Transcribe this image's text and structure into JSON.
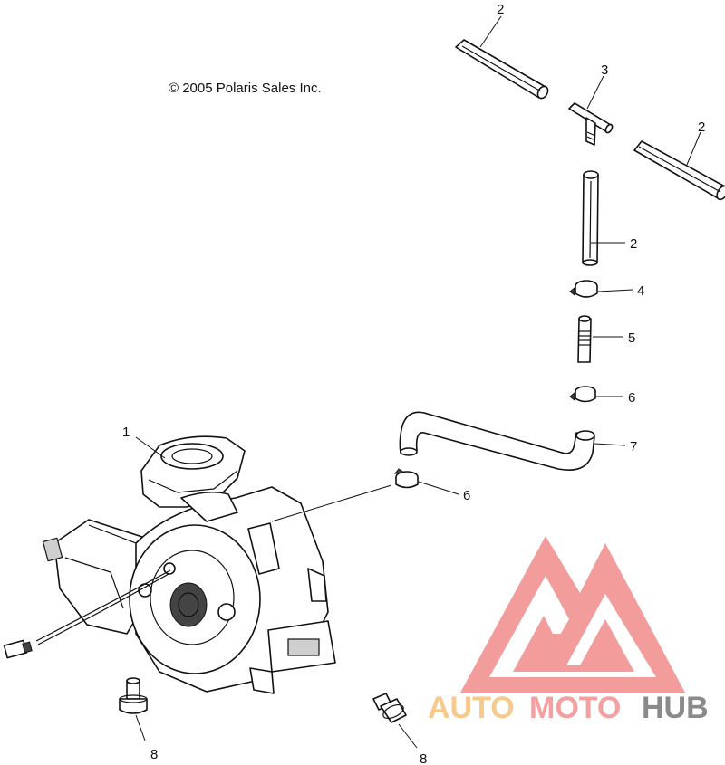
{
  "copyright": "© 2005 Polaris Sales Inc.",
  "watermark": {
    "brand_auto": "AUTO",
    "brand_moto": "MOTO",
    "brand_hub": "HUB",
    "color_auto": "#f7c98a",
    "color_moto": "#f4a0a0",
    "color_hub": "#8a8a8a",
    "color_logo": "#f28b8b"
  },
  "callouts": {
    "c1": "1",
    "c2a": "2",
    "c2b": "2",
    "c2c": "2",
    "c3": "3",
    "c4": "4",
    "c5": "5",
    "c6a": "6",
    "c6b": "6",
    "c7": "7",
    "c8a": "8",
    "c8b": "8"
  }
}
